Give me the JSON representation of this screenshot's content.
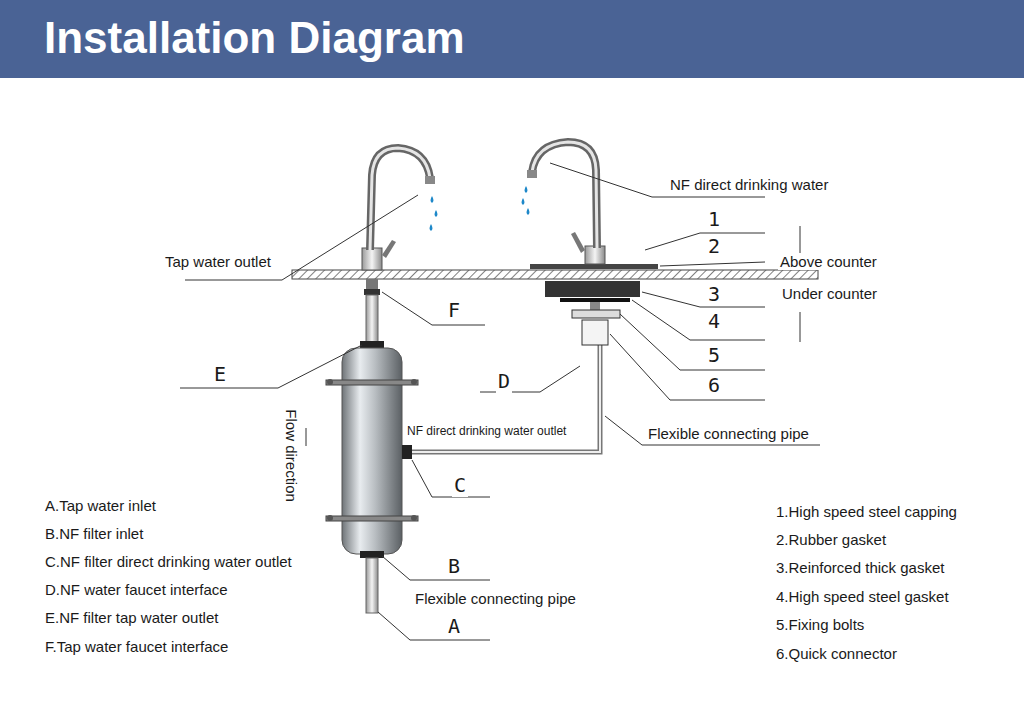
{
  "diagram": {
    "title": "Installation Diagram",
    "labels": [
      "NF direct drinking water",
      "1",
      "2",
      "Tap water outlet",
      "Above counter",
      "Under counter",
      "3",
      "4",
      "F",
      "5",
      "E",
      "D",
      "6",
      "Flow direction",
      "NF direct drinking water outlet",
      "Flexible connecting pipe",
      "C",
      "B",
      "Flexible connecting pipe",
      "A",
      "A.Tap water inlet",
      "B.NF filter inlet",
      "C.NF filter direct drinking water outlet",
      "D.NF water faucet interface",
      "E.NF filter tap water outlet",
      "F.Tap water faucet interface",
      "1.High speed steel capping",
      "2.Rubber gasket",
      "3.Reinforced thick gasket",
      "4.High speed steel gasket",
      "5.Fixing bolts",
      "6.Quick connector"
    ]
  }
}
